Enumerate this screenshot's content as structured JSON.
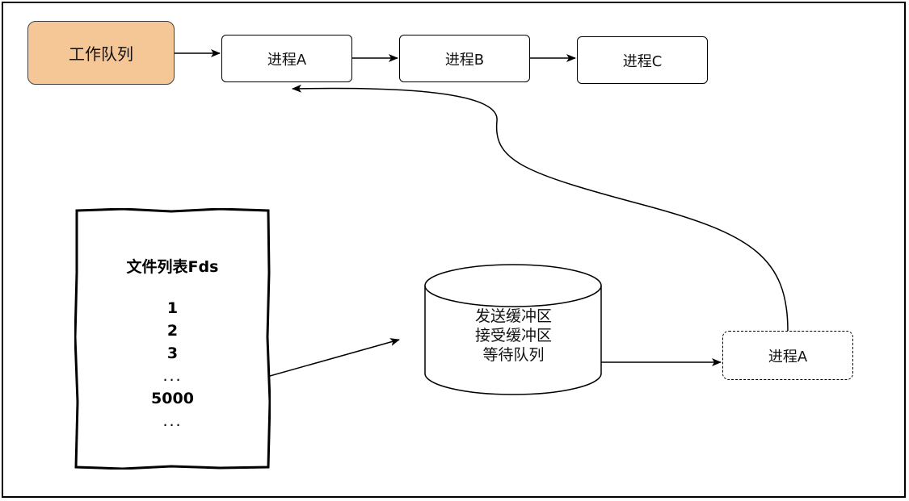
{
  "nodes": {
    "work_queue": "工作队列",
    "process_a": "进程A",
    "process_b": "进程B",
    "process_c": "进程C",
    "process_a_waiting": "进程A"
  },
  "file_list": {
    "title": "文件列表Fds",
    "items": [
      "1",
      "2",
      "3",
      "...",
      "5000",
      "..."
    ]
  },
  "socket": {
    "send_buffer": "发送缓冲区",
    "recv_buffer": "接受缓冲区",
    "wait_queue": "等待队列"
  },
  "colors": {
    "work_queue_fill": "#f5c696",
    "stroke": "#000000"
  }
}
